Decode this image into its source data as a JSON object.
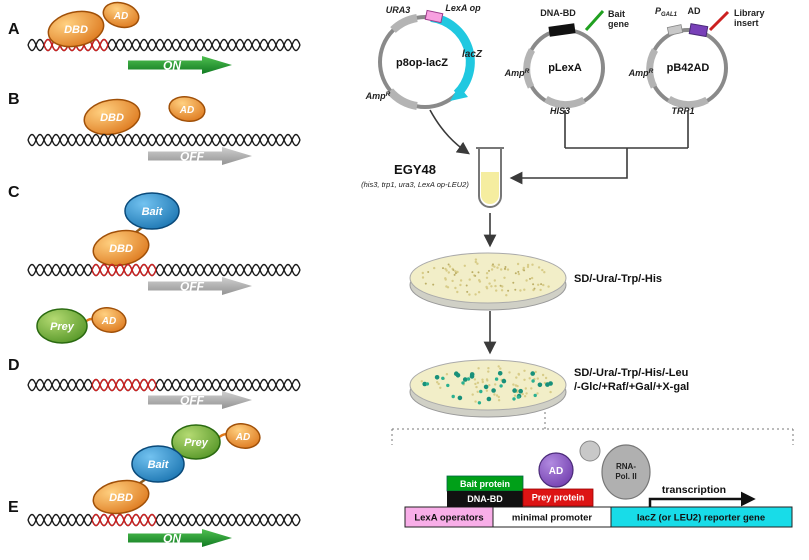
{
  "panels": {
    "a": {
      "label": "A",
      "dbd": "DBD",
      "ad": "AD",
      "arrow": "ON"
    },
    "b": {
      "label": "B",
      "dbd": "DBD",
      "ad": "AD",
      "arrow": "OFF"
    },
    "c": {
      "label": "C",
      "bait": "Bait",
      "dbd": "DBD",
      "arrow": "OFF"
    },
    "prey_ad": {
      "prey": "Prey",
      "ad": "AD"
    },
    "d": {
      "label": "D",
      "arrow": "OFF"
    },
    "e": {
      "label": "E",
      "bait": "Bait",
      "prey": "Prey",
      "ad": "AD",
      "dbd": "DBD",
      "arrow": "ON"
    }
  },
  "plasmids": {
    "p8op": {
      "name": "p8op-lacZ",
      "ura3": "URA3",
      "lexa_op": "LexA op",
      "lacz": "lacZ",
      "amp": "Amp",
      "amp_sup": "R"
    },
    "plexa": {
      "name": "pLexA",
      "dna_bd": "DNA-BD",
      "bait_line1": "Bait",
      "bait_line2": "gene",
      "amp": "Amp",
      "amp_sup": "R",
      "his3": "HIS3"
    },
    "pb42ad": {
      "name": "pB42AD",
      "pgal_p": "P",
      "pgal_sub": "GAL1",
      "ad": "AD",
      "library_line1": "Library",
      "library_line2": "insert",
      "amp": "Amp",
      "amp_sup": "R",
      "trp1": "TRP1"
    }
  },
  "strain": {
    "name": "EGY48",
    "genotype": "(his3, trp1, ura3, LexA op-LEU2)"
  },
  "plates": {
    "selection1": {
      "label": "SD/-Ura/-Trp/-His"
    },
    "selection2": {
      "label_line1": "SD/-Ura/-Trp/-His/-Leu",
      "label_line2": "/-Glc/+Raf/+Gal/+X-gal"
    }
  },
  "reporter": {
    "bait_protein": "Bait protein",
    "dna_bd": "DNA-BD",
    "prey_protein": "Prey protein",
    "ad": "AD",
    "rna_pol_line1": "RNA-",
    "rna_pol_line2": "Pol. II",
    "transcription": "transcription",
    "lexa_operators": "LexA operators",
    "minimal_promoter": "minimal promoter",
    "reporter_gene": "lacZ (or LEU2) reporter gene"
  },
  "colors": {
    "on_green": "#1e9e30",
    "off_gray": "#a8a8a8",
    "dbd_orange": "#e07818",
    "bait_blue": "#1878b8",
    "prey_green": "#5a9e28",
    "operator_red": "#cc2020",
    "lacz_cyan": "#20c8e0",
    "lexa_pink": "#f8a0e0",
    "ad_purple": "#7840b8",
    "bait_gene_green": "#20a020",
    "library_red": "#cc2020"
  }
}
